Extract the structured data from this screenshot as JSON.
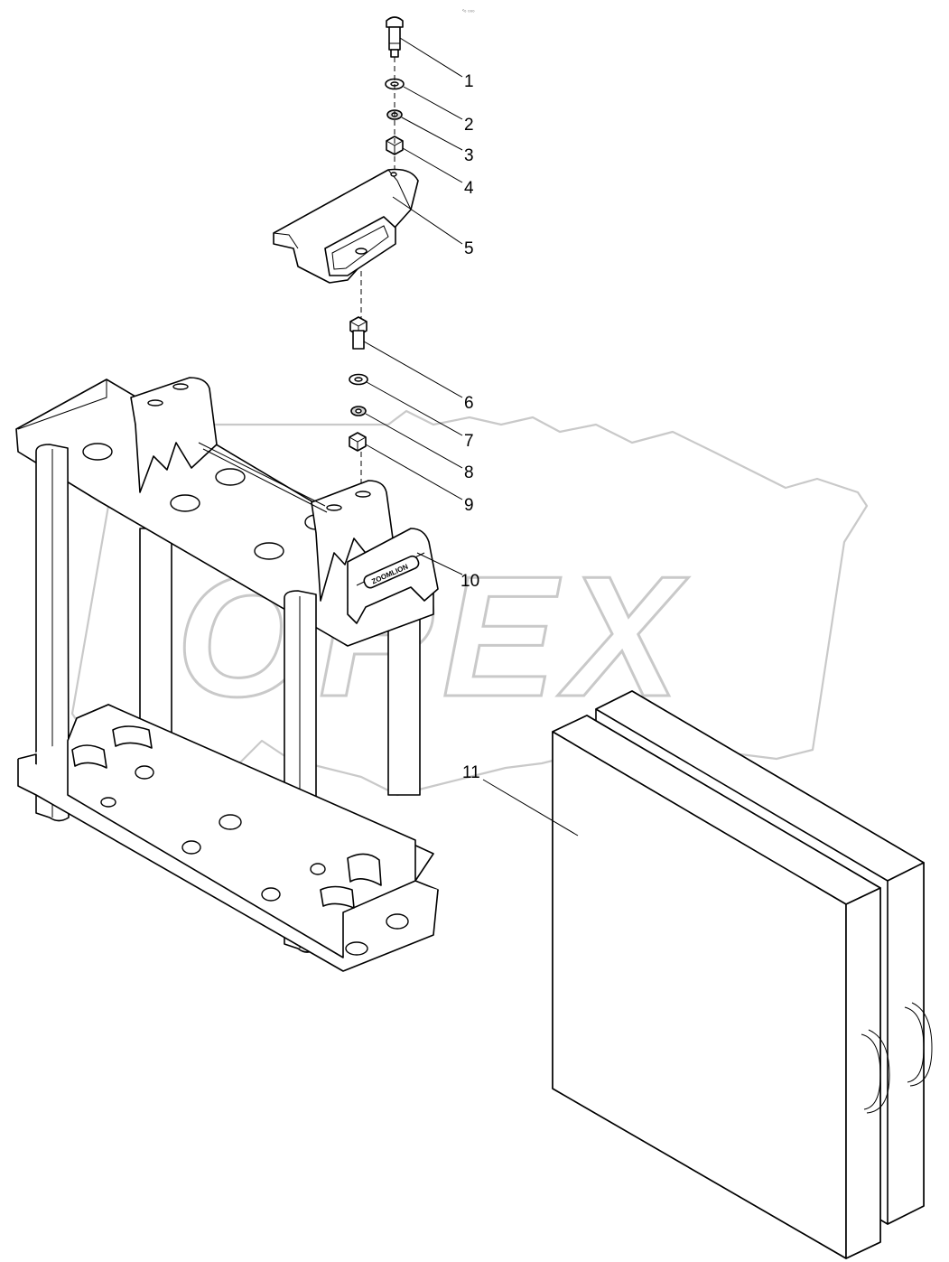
{
  "watermark": {
    "text": "OPEX"
  },
  "corner_mark": {
    "text": "‹₀ ₀₀₀"
  },
  "nameplate": {
    "text": "ZOOMLION"
  },
  "callouts": [
    {
      "number": "1"
    },
    {
      "number": "2"
    },
    {
      "number": "3"
    },
    {
      "number": "4"
    },
    {
      "number": "5"
    },
    {
      "number": "6"
    },
    {
      "number": "7"
    },
    {
      "number": "8"
    },
    {
      "number": "9"
    },
    {
      "number": "10"
    },
    {
      "number": "11"
    }
  ]
}
